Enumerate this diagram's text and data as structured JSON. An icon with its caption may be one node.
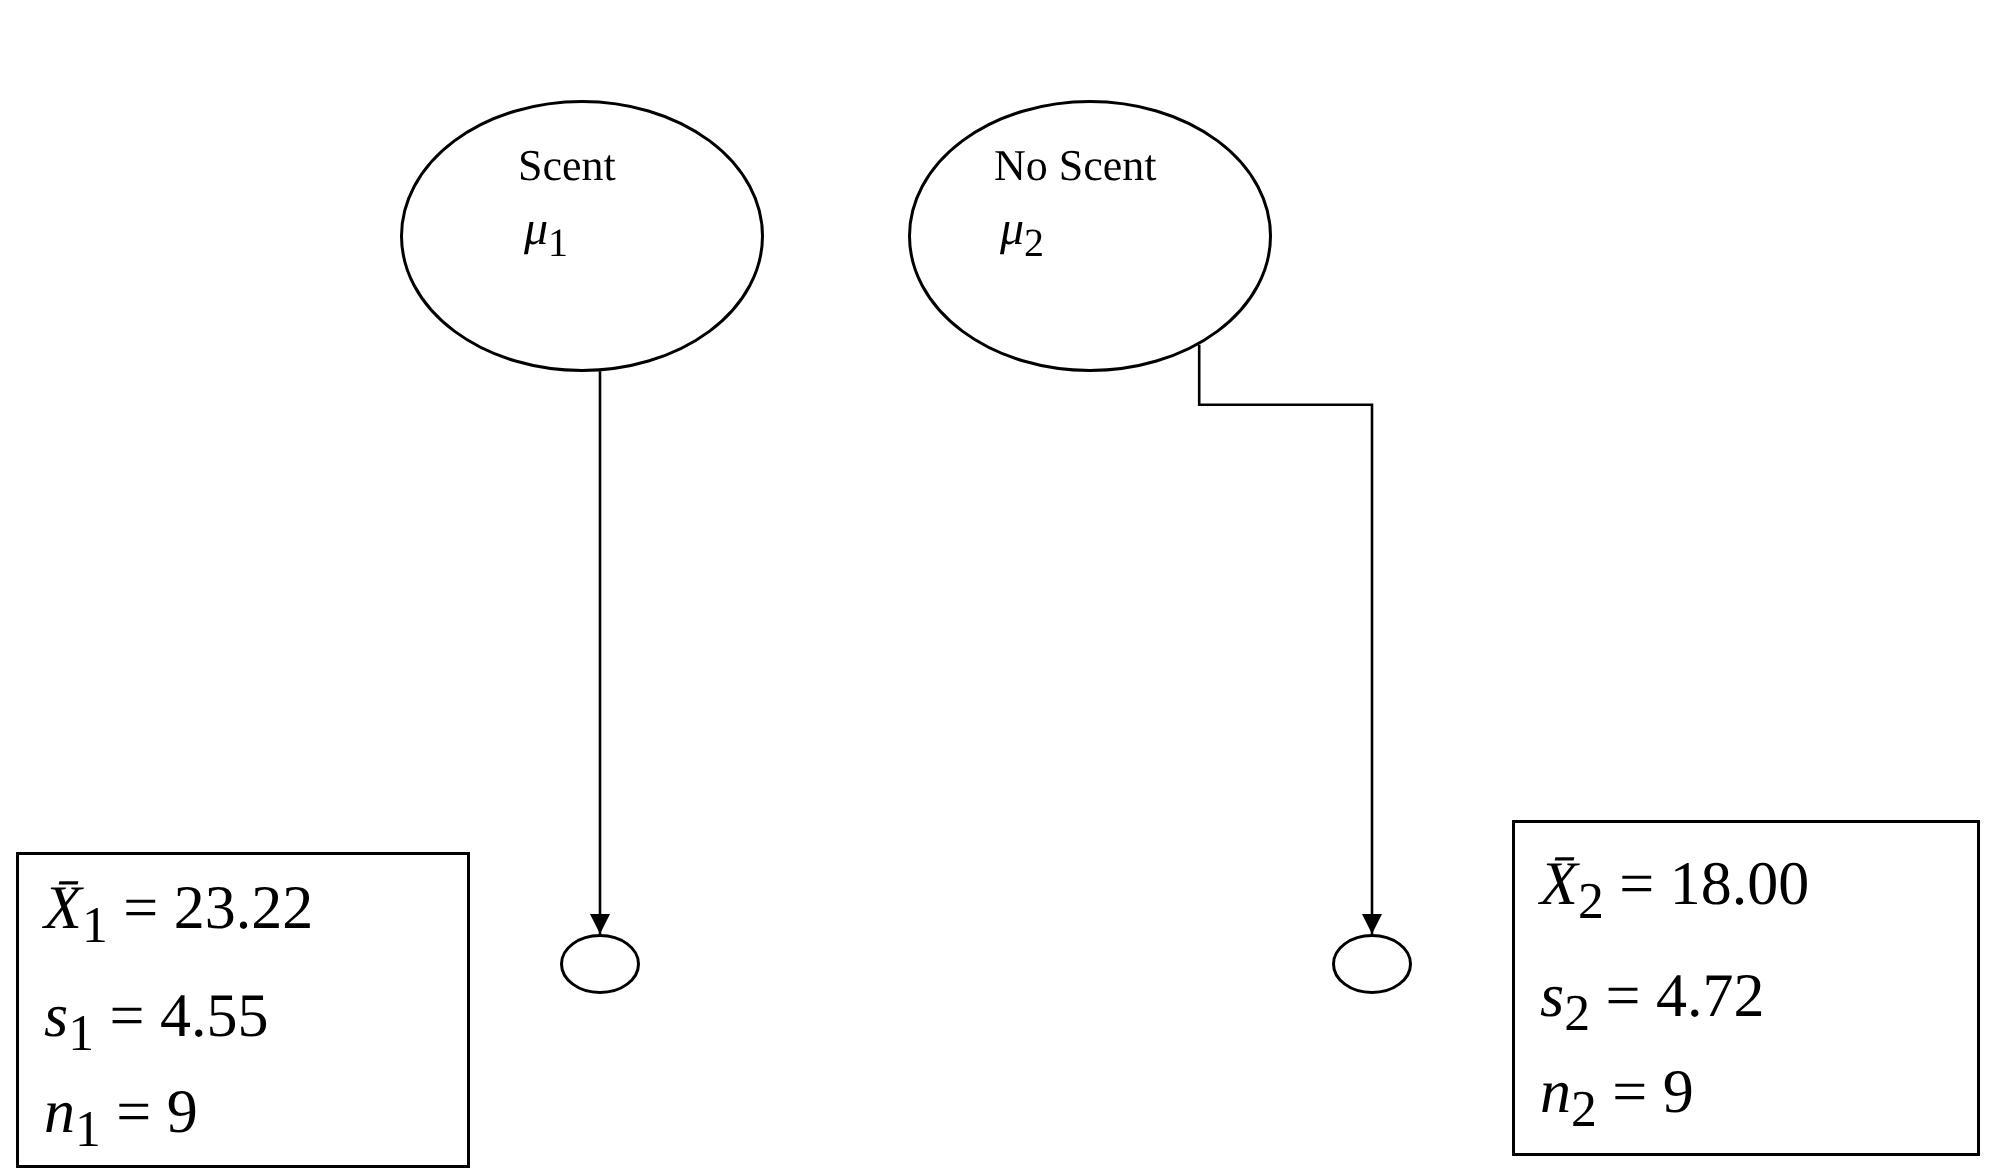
{
  "diagram": {
    "nodes": [
      {
        "text": [
          "Scent",
          "*μ*$_{1}$"
        ]
      },
      {
        "text": [
          "No Scent",
          "*μ*$_{2}$"
        ]
      },
      {
        "text": [],
        "shape": "circle"
      },
      {
        "text": [],
        "shape": "circle"
      },
      {
        "text": [
          "*X̄*$_{1}$ = 23.22",
          "*s*$_{1}$ = 4.55",
          "*n*$_{1}$ = 9"
        ]
      },
      {
        "text": [
          "*X̄*$_{2}$ = 18.00",
          "*s*$_{2}$ = 4.72",
          "*n*$_{2}$ = 9"
        ]
      }
    ],
    "edges": [
      {
        "from": 0,
        "to": 2,
        "arrow": "to"
      },
      {
        "from": 1,
        "to": 3,
        "arrow": "to"
      }
    ]
  }
}
